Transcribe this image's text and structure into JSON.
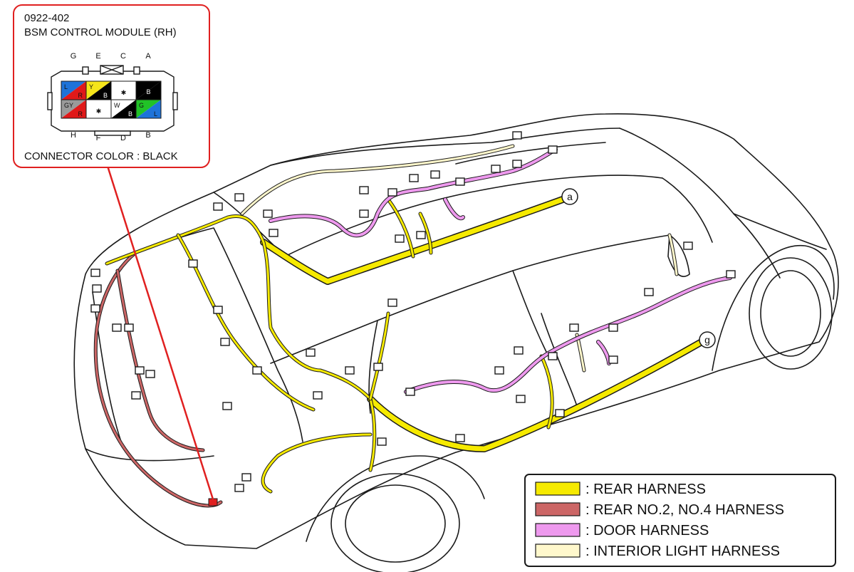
{
  "callout": {
    "code": "0922-402",
    "title": "BSM CONTROL MODULE (RH)",
    "connector_color": "CONNECTOR COLOR : BLACK",
    "border_color": "#e02020",
    "top_letters": [
      "G",
      "E",
      "C",
      "A"
    ],
    "bottom_letters": [
      "H",
      "F",
      "D",
      "B"
    ],
    "pins_top": [
      {
        "text": "L",
        "sub": "R",
        "c1": "#1e73d9",
        "c2": "#e01919"
      },
      {
        "text": "Y",
        "sub": "B",
        "c1": "#f5e51a",
        "c2": "#000000"
      },
      {
        "text": "✱",
        "sub": "",
        "c1": "#ffffff",
        "c2": "#ffffff"
      },
      {
        "text": "B",
        "sub": "",
        "c1": "#000000",
        "c2": "#000000"
      }
    ],
    "pins_bottom": [
      {
        "text": "GY",
        "sub": "R",
        "c1": "#9a9a9a",
        "c2": "#e01919"
      },
      {
        "text": "✱",
        "sub": "",
        "c1": "#ffffff",
        "c2": "#ffffff"
      },
      {
        "text": "W",
        "sub": "B",
        "c1": "#ffffff",
        "c2": "#000000"
      },
      {
        "text": "G",
        "sub": "L",
        "c1": "#21c227",
        "c2": "#1e73d9"
      }
    ]
  },
  "markers": [
    {
      "label": "a"
    },
    {
      "label": "g"
    }
  ],
  "legend": {
    "items": [
      {
        "label": ": REAR HARNESS",
        "color": "#f6ea00"
      },
      {
        "label": ": REAR NO.2, NO.4 HARNESS",
        "color": "#cc6666"
      },
      {
        "label": ": DOOR HARNESS",
        "color": "#ee99ee"
      },
      {
        "label": ": INTERIOR LIGHT HARNESS",
        "color": "#fff8cc"
      }
    ]
  },
  "colors": {
    "rear": "#f6ea00",
    "rear_no2": "#cc6666",
    "door": "#ee99ee",
    "interior": "#fff8cc",
    "outline": "#1a1a1a",
    "leader": "#e02020"
  }
}
